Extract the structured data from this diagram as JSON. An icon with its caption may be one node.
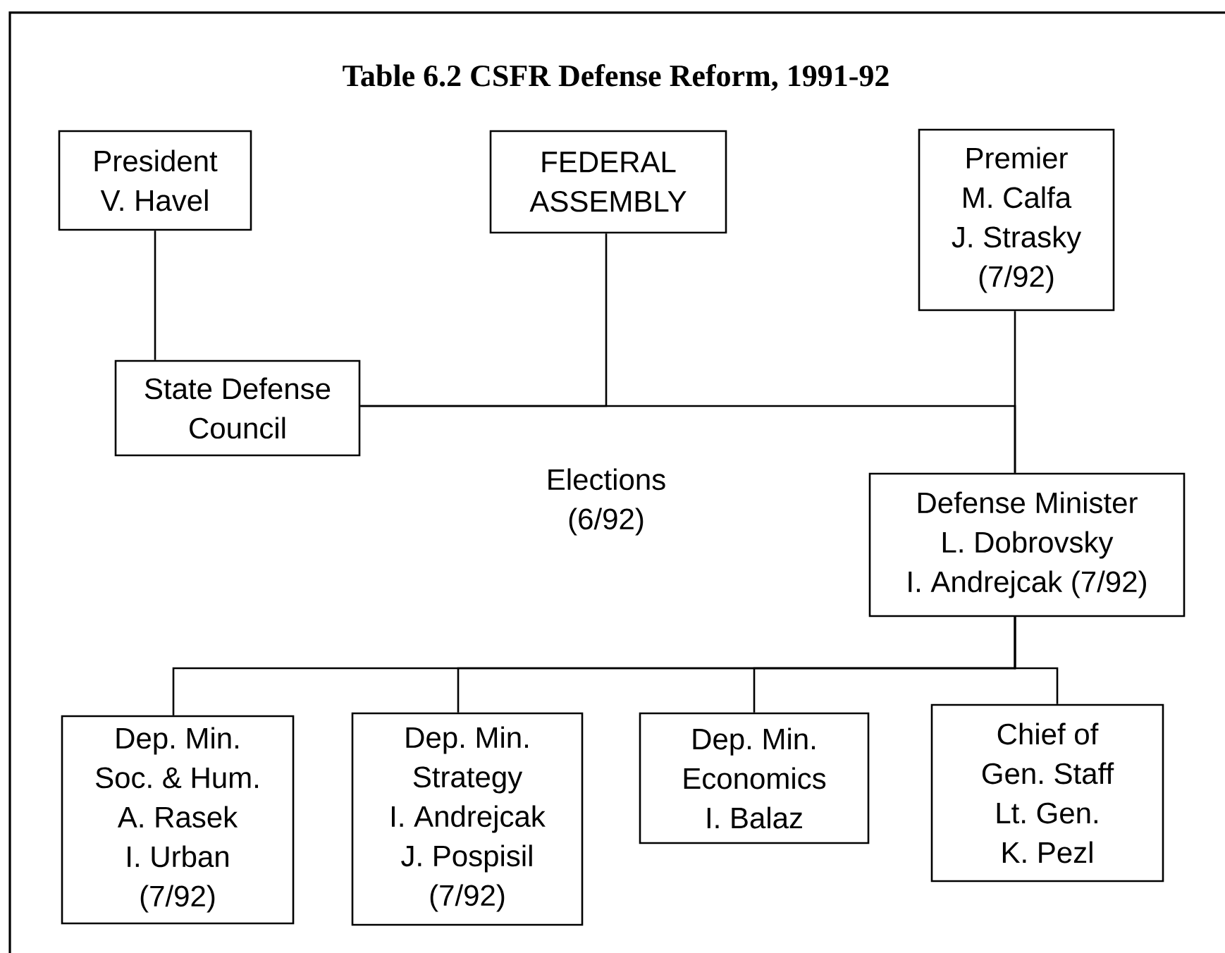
{
  "diagram": {
    "title": "Table 6.2 CSFR Defense Reform, 1991-92",
    "nodes": [
      {
        "text": [
          "President",
          "V. Havel"
        ]
      },
      {
        "text": [
          "FEDERAL",
          "ASSEMBLY"
        ]
      },
      {
        "text": [
          "Premier",
          "M. Calfa",
          "J. Strasky",
          "(7/92)"
        ]
      },
      {
        "text": [
          "State Defense",
          "Council"
        ]
      },
      {
        "text": [
          "Defense Minister",
          "L. Dobrovsky",
          "I. Andrejcak (7/92)"
        ]
      },
      {
        "text": [
          "Dep. Min.",
          "Soc. & Hum.",
          "A. Rasek",
          "I. Urban",
          "(7/92)"
        ]
      },
      {
        "text": [
          "Dep. Min.",
          "Strategy",
          "I. Andrejcak",
          "J. Pospisil",
          "(7/92)"
        ]
      },
      {
        "text": [
          "Dep. Min.",
          "Economics",
          "I. Balaz"
        ]
      },
      {
        "text": [
          "Chief of",
          "Gen. Staff",
          "Lt. Gen.",
          "K. Pezl"
        ]
      }
    ],
    "edges": [
      {
        "from": 0,
        "to": 3,
        "arrow": "none"
      },
      {
        "from": 1,
        "to": 3,
        "arrow": "none"
      },
      {
        "from": 3,
        "to": 4,
        "arrow": "none"
      },
      {
        "from": 2,
        "to": 4,
        "arrow": "none"
      },
      {
        "from": 4,
        "to": 5,
        "arrow": "none"
      },
      {
        "from": 4,
        "to": 6,
        "arrow": "none"
      },
      {
        "from": 4,
        "to": 7,
        "arrow": "none"
      },
      {
        "from": 4,
        "to": 8,
        "arrow": "none"
      }
    ],
    "labels": [
      "Elections (6/92)"
    ]
  }
}
